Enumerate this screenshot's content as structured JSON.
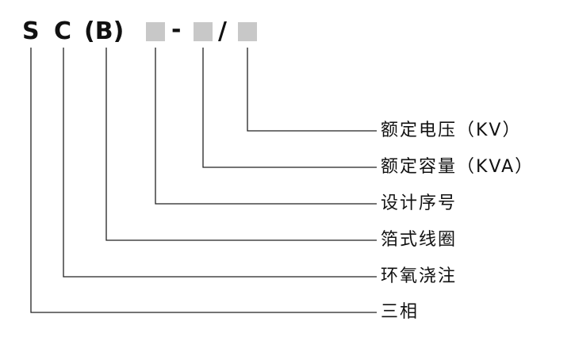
{
  "model_code": {
    "parts": [
      "S",
      "C",
      "(B)",
      "-",
      "/"
    ],
    "placeholder_color": "#c8c8c8"
  },
  "legend": {
    "items": [
      "额定电压（KV）",
      "额定容量（KVA）",
      "设计序号",
      "箔式线圈",
      "环氧浇注",
      "三相"
    ]
  },
  "colors": {
    "line": "#222222",
    "text": "#111111"
  }
}
